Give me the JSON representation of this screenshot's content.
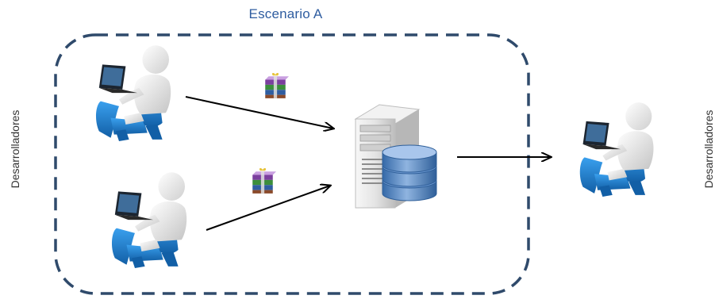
{
  "title": "Escenario A",
  "label_left": "Desarrolladores",
  "label_right": "Desarrolladores",
  "colors": {
    "title": "#2f5da0",
    "boundary_dash": "#2f4a6b",
    "chair_blue": "#1f7fd0",
    "arrow": "#000000",
    "db_blue": "#4a7fbf"
  },
  "icons": [
    "developer-icon",
    "archive-package-icon",
    "server-icon",
    "database-icon"
  ]
}
